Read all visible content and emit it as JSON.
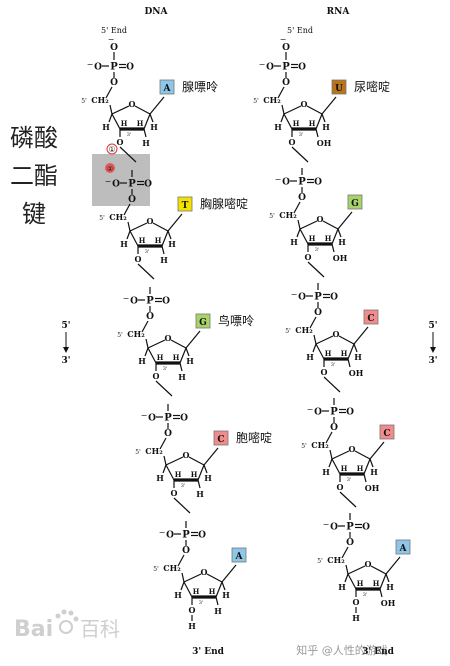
{
  "titles": {
    "dna": "DNA",
    "rna": "RNA"
  },
  "ends": {
    "five_end": "5' End",
    "three_end": "3' End"
  },
  "phospho_label": [
    "磷酸",
    "二酯",
    "键"
  ],
  "direction": {
    "top": "5'",
    "bottom": "3'"
  },
  "dna": {
    "bases": [
      {
        "letter": "A",
        "color": "#8ec6e8",
        "name": "腺嘌呤"
      },
      {
        "letter": "T",
        "color": "#f3e200",
        "name": "胸腺嘧啶"
      },
      {
        "letter": "G",
        "color": "#a7d36a",
        "name": "鸟嘌呤"
      },
      {
        "letter": "C",
        "color": "#f08c8c",
        "name": "胞嘧啶"
      },
      {
        "letter": "A",
        "color": "#8ec6e8",
        "name": ""
      }
    ]
  },
  "rna": {
    "bases": [
      {
        "letter": "U",
        "color": "#b8741a",
        "name": "尿嘧啶"
      },
      {
        "letter": "G",
        "color": "#a7d36a",
        "name": ""
      },
      {
        "letter": "C",
        "color": "#f08c8c",
        "name": ""
      },
      {
        "letter": "C",
        "color": "#f08c8c",
        "name": ""
      },
      {
        "letter": "A",
        "color": "#8ec6e8",
        "name": ""
      }
    ]
  },
  "atoms": {
    "O": "O",
    "P": "P",
    "H": "H",
    "OH": "OH",
    "CH2": "CH₂",
    "c5": "5'",
    "c3": "3'"
  },
  "circled": [
    "①",
    "②"
  ],
  "watermark": {
    "baidu": "Bai",
    "baidu_cn": "百科",
    "zhihu": "知乎 @人性的游戏"
  }
}
